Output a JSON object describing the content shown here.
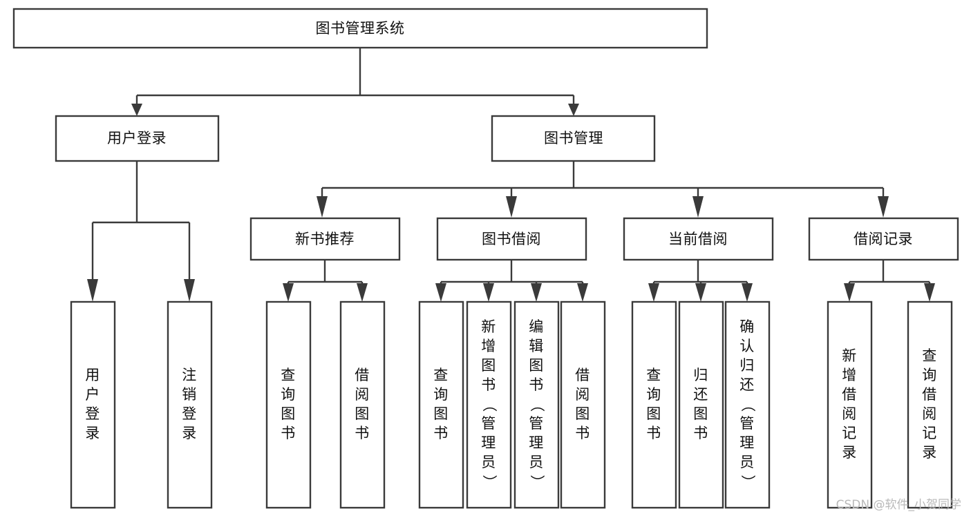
{
  "diagram": {
    "title": "图书管理系统",
    "type": "function-tree",
    "root": {
      "id": "root",
      "label": "图书管理系统",
      "orientation": "horizontal"
    },
    "level2": [
      {
        "id": "user-login",
        "label": "用户登录",
        "orientation": "horizontal"
      },
      {
        "id": "book-manage",
        "label": "图书管理",
        "orientation": "horizontal"
      }
    ],
    "level3": [
      {
        "id": "new-book-recommend",
        "label": "新书推荐",
        "orientation": "horizontal",
        "parent": "book-manage"
      },
      {
        "id": "book-borrow",
        "label": "图书借阅",
        "orientation": "horizontal",
        "parent": "book-manage"
      },
      {
        "id": "current-borrow",
        "label": "当前借阅",
        "orientation": "horizontal",
        "parent": "book-manage"
      },
      {
        "id": "borrow-record",
        "label": "借阅记录",
        "orientation": "horizontal",
        "parent": "book-manage"
      }
    ],
    "leaves": [
      {
        "id": "leaf-user-login",
        "label": "用户登录",
        "parent": "user-login",
        "orientation": "vertical"
      },
      {
        "id": "leaf-user-logout",
        "label": "注销登录",
        "parent": "user-login",
        "orientation": "vertical"
      },
      {
        "id": "leaf-query-book-1",
        "label": "查询图书",
        "parent": "new-book-recommend",
        "orientation": "vertical"
      },
      {
        "id": "leaf-borrow-book-1",
        "label": "借阅图书",
        "parent": "new-book-recommend",
        "orientation": "vertical"
      },
      {
        "id": "leaf-query-book-2",
        "label": "查询图书",
        "parent": "book-borrow",
        "orientation": "vertical"
      },
      {
        "id": "leaf-add-book",
        "label": "新增图书（管理员）",
        "parent": "book-borrow",
        "orientation": "vertical"
      },
      {
        "id": "leaf-edit-book",
        "label": "编辑图书（管理员）",
        "parent": "book-borrow",
        "orientation": "vertical"
      },
      {
        "id": "leaf-borrow-book-2",
        "label": "借阅图书",
        "parent": "book-borrow",
        "orientation": "vertical"
      },
      {
        "id": "leaf-query-book-3",
        "label": "查询图书",
        "parent": "current-borrow",
        "orientation": "vertical"
      },
      {
        "id": "leaf-return-book",
        "label": "归还图书",
        "parent": "current-borrow",
        "orientation": "vertical"
      },
      {
        "id": "leaf-confirm-return",
        "label": "确认归还（管理员）",
        "parent": "current-borrow",
        "orientation": "vertical"
      },
      {
        "id": "leaf-add-record",
        "label": "新增借阅记录",
        "parent": "borrow-record",
        "orientation": "vertical"
      },
      {
        "id": "leaf-query-record",
        "label": "查询借阅记录",
        "parent": "borrow-record",
        "orientation": "vertical"
      }
    ],
    "colors": {
      "stroke": "#3a3a3a",
      "fill": "#ffffff",
      "text": "#111111",
      "watermark": "#b9b9b9"
    }
  },
  "watermark": {
    "text": "CSDN @软件_小贺同学"
  }
}
